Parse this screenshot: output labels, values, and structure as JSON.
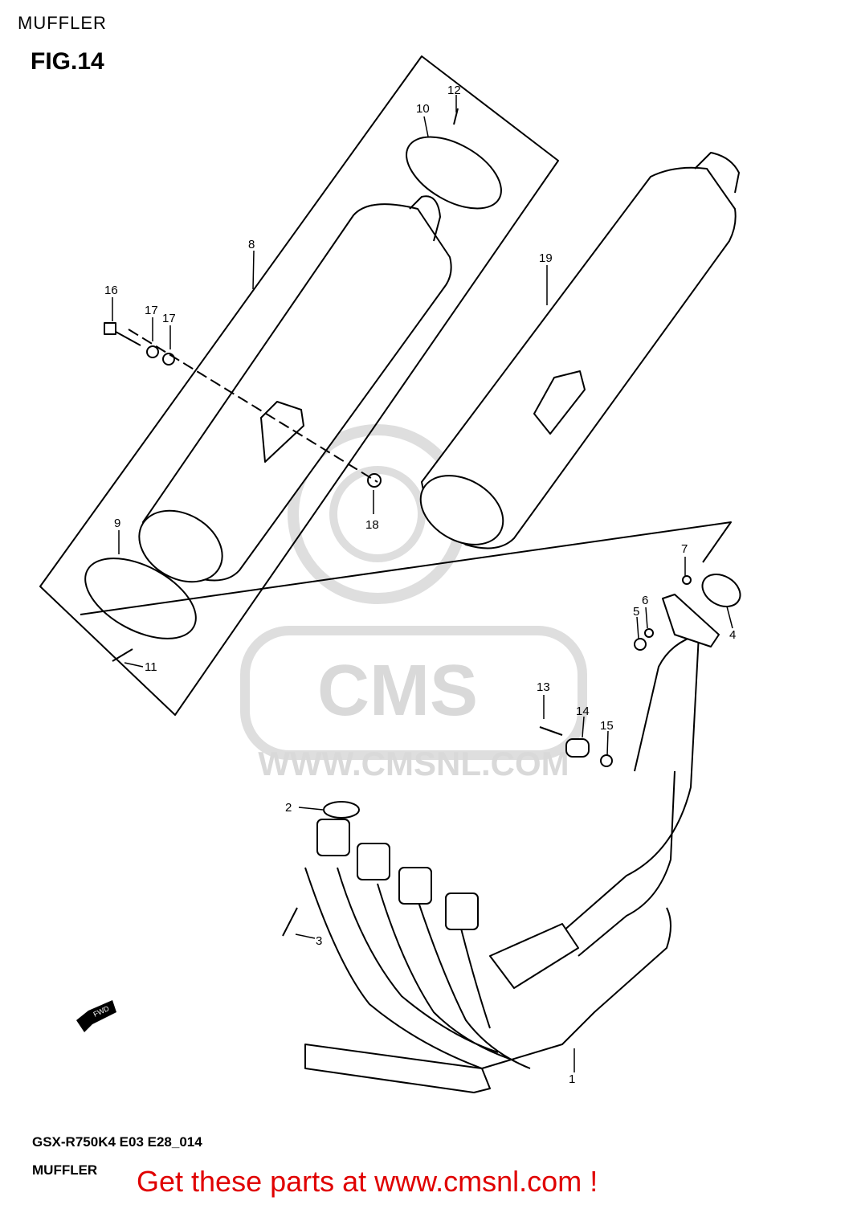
{
  "header": {
    "section": "MUFFLER",
    "figure": "FIG.14"
  },
  "footer": {
    "code": "GSX-R750K4 E03 E28_014",
    "caption": "MUFFLER"
  },
  "cta": {
    "text": "Get these parts at www.cmsnl.com !"
  },
  "watermark": {
    "brand": "CMS",
    "url": "WWW.CMSNL.COM"
  },
  "direction": {
    "label": "FWD"
  },
  "parts": [
    "1",
    "2",
    "3",
    "4",
    "5",
    "6",
    "7",
    "8",
    "9",
    "10",
    "11",
    "12",
    "13",
    "14",
    "15",
    "16",
    "17",
    "17",
    "18",
    "19"
  ],
  "colors": {
    "cta": "#e00000",
    "watermark": "#d9d9d9",
    "line": "#000000"
  }
}
